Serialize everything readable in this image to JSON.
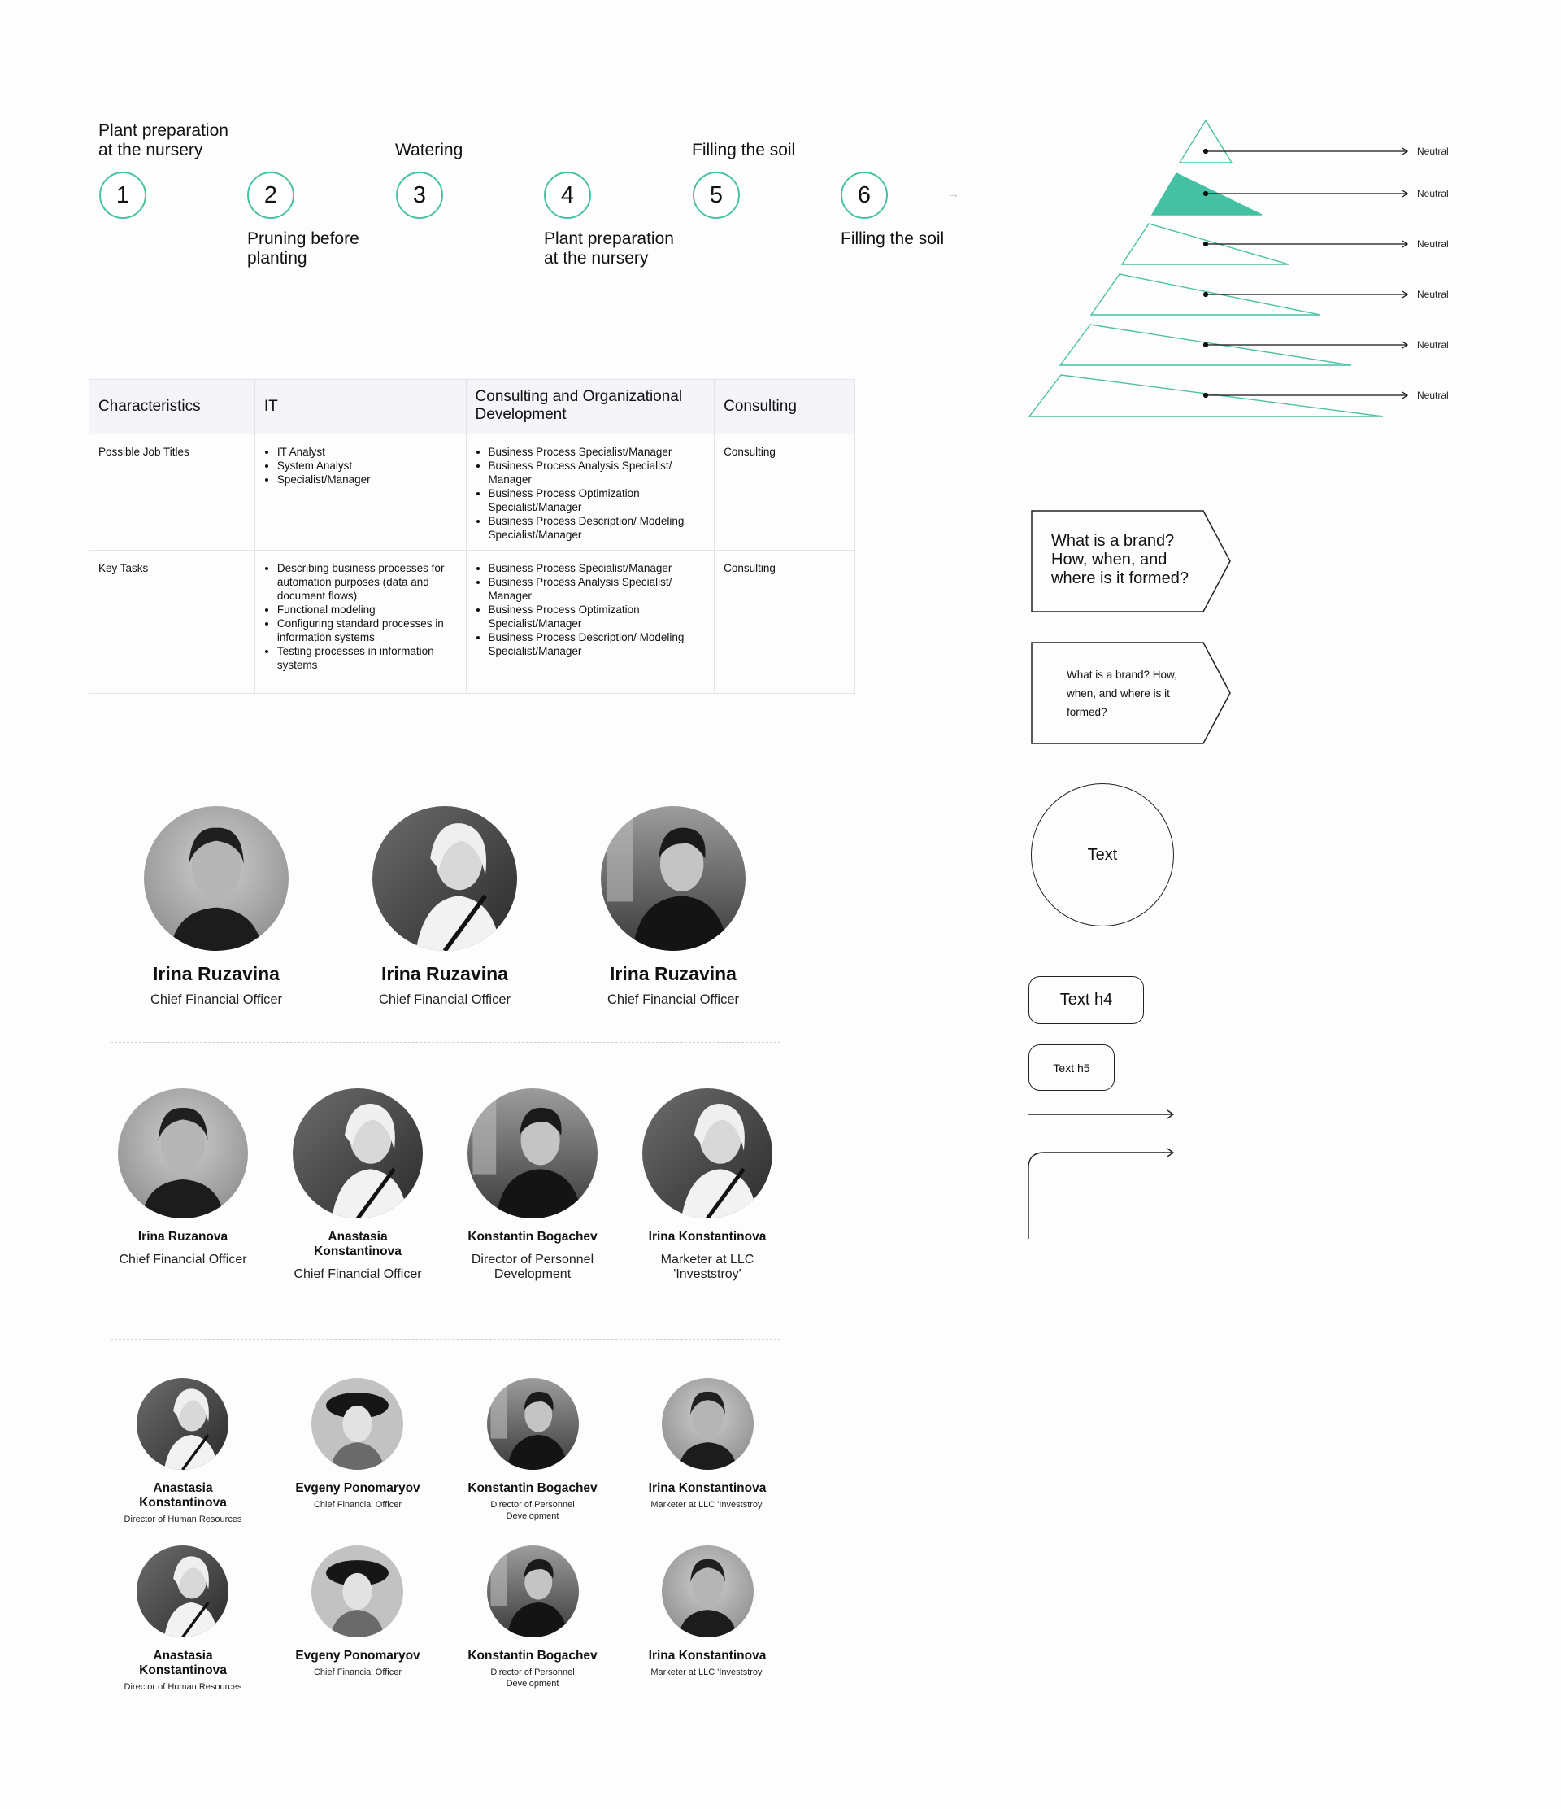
{
  "timeline": {
    "steps": [
      {
        "number": "1",
        "label": "Plant preparation\nat the nursery",
        "position": "above"
      },
      {
        "number": "2",
        "label": "Pruning before\nplanting",
        "position": "below"
      },
      {
        "number": "3",
        "label": "Watering",
        "position": "above"
      },
      {
        "number": "4",
        "label": "Plant preparation\nat the nursery",
        "position": "below"
      },
      {
        "number": "5",
        "label": "Filling the soil",
        "position": "above"
      },
      {
        "number": "6",
        "label": "Filling the soil",
        "position": "below"
      }
    ]
  },
  "table": {
    "headers": [
      "Characteristics",
      "IT",
      "Consulting and Organizational Development",
      "Consulting"
    ],
    "rows": [
      {
        "label": "Possible Job Titles",
        "it": [
          "IT Analyst",
          "System Analyst",
          "Specialist/Manager"
        ],
        "cod": [
          "Business Process Specialist/Manager",
          "Business Process Analysis Specialist/ Manager",
          "Business Process Optimization Specialist/Manager",
          "Business Process Description/ Modeling Specialist/Manager"
        ],
        "consulting": "Consulting"
      },
      {
        "label": "Key Tasks",
        "it": [
          "Describing business processes for automation purposes (data and document flows)",
          "Functional modeling",
          "Configuring standard processes in information systems",
          "Testing processes in information systems"
        ],
        "cod": [
          "Business Process Specialist/Manager",
          "Business Process Analysis Specialist/ Manager",
          "Business Process Optimization Specialist/Manager",
          "Business Process Description/ Modeling Specialist/Manager"
        ],
        "consulting": "Consulting"
      }
    ]
  },
  "people": {
    "row1": [
      {
        "name": "Irina Ruzavina",
        "role": "Chief Financial Officer"
      },
      {
        "name": "Irina Ruzavina",
        "role": "Chief Financial Officer"
      },
      {
        "name": "Irina Ruzavina",
        "role": "Chief Financial Officer"
      }
    ],
    "row2": [
      {
        "name": "Irina Ruzanova",
        "role": "Chief Financial Officer"
      },
      {
        "name": "Anastasia Konstantinova",
        "role": "Chief Financial Officer"
      },
      {
        "name": "Konstantin Bogachev",
        "role": "Director of Personnel Development"
      },
      {
        "name": "Irina Konstantinova",
        "role": "Marketer at LLC 'Investstroy'"
      }
    ],
    "row3": [
      {
        "name": "Anastasia Konstantinova",
        "role": "Director of Human Resources"
      },
      {
        "name": "Evgeny Ponomaryov",
        "role": "Chief Financial Officer"
      },
      {
        "name": "Konstantin Bogachev",
        "role": "Director of Personnel Development"
      },
      {
        "name": "Irina Konstantinova",
        "role": "Marketer at LLC 'Investstroy'"
      }
    ],
    "row4": [
      {
        "name": "Anastasia Konstantinova",
        "role": "Director of Human Resources"
      },
      {
        "name": "Evgeny Ponomaryov",
        "role": "Chief Financial Officer"
      },
      {
        "name": "Konstantin Bogachev",
        "role": "Director of Personnel Development"
      },
      {
        "name": "Irina Konstantinova",
        "role": "Marketer at LLC 'Investstroy'"
      }
    ]
  },
  "pyramid": {
    "levels": [
      "Neutral",
      "Neutral",
      "Neutral",
      "Neutral",
      "Neutral",
      "Neutral"
    ],
    "highlighted_level": 2,
    "accent_color": "#43c1a2"
  },
  "widgets": {
    "arrow_box_large": "What is a brand? How, when, and where is it formed?",
    "arrow_box_small": "What is a brand? How, when, and where is it formed?",
    "circle_text": "Text",
    "pill_h4": "Text h4",
    "pill_h5": "Text h5"
  },
  "colors": {
    "accent": "#47c2a3",
    "border": "#e3e4ea",
    "header_bg": "#f4f4f9"
  }
}
